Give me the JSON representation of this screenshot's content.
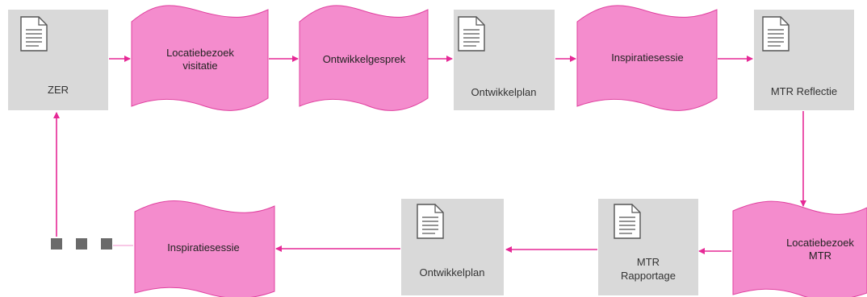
{
  "colors": {
    "document_fill": "#d9d9d9",
    "process_fill": "#f48ccd",
    "process_stroke": "#e0409f",
    "arrow": "#e62896",
    "text": "#333333",
    "dot": "#6a6a6a",
    "page_icon_stroke": "#555555"
  },
  "nodes": {
    "zer": {
      "label": "ZER",
      "icon": "document-icon"
    },
    "locatiebezoek_visitatie": {
      "line1": "Locatiebezoek",
      "line2": "visitatie"
    },
    "ontwikkelgesprek": {
      "label": "Ontwikkelgesprek"
    },
    "ontwikkelplan_top": {
      "label": "Ontwikkelplan",
      "icon": "document-icon"
    },
    "inspiratiesessie_top": {
      "label": "Inspiratiesessie"
    },
    "mtr_reflectie": {
      "label": "MTR Reflectie",
      "icon": "document-icon"
    },
    "locatiebezoek_mtr": {
      "line1": "Locatiebezoek",
      "line2": "MTR"
    },
    "mtr_rapportage": {
      "line1": "MTR",
      "line2": "Rapportage",
      "icon": "document-icon"
    },
    "ontwikkelplan_bottom": {
      "label": "Ontwikkelplan",
      "icon": "document-icon"
    },
    "inspiratiesessie_bottom": {
      "label": "Inspiratiesessie"
    }
  },
  "continuation": {
    "dot_count": 3
  }
}
